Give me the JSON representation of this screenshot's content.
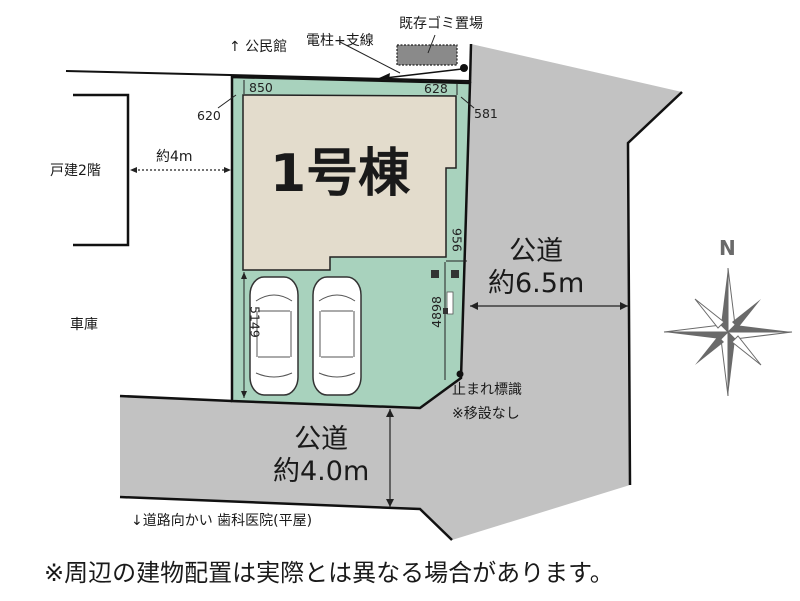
{
  "diagram": {
    "type": "site-plan",
    "colors": {
      "lot_green": "#a8d2bd",
      "house_beige": "#e3dccc",
      "road_gray": "#c2c2c2",
      "line": "#111111",
      "compass": "#6a6a6a"
    }
  },
  "labels": {
    "community_hall": "↑ 公民館",
    "utility_pole": "電柱+支線",
    "garbage_area": "既存ゴミ置場",
    "neighbor_house": "戸建2階",
    "distance_neighbor": "約4m",
    "garage": "車庫",
    "house_name": "1号棟",
    "stop_sign": "止まれ標識",
    "stop_sign_note": "※移設なし",
    "opposite_clinic": "↓道路向かい 歯科医院(平屋)",
    "disclaimer": "※周辺の建物配置は実際とは異なる場合があります。"
  },
  "roads": {
    "east": {
      "name": "公道",
      "width": "約6.5m"
    },
    "south": {
      "name": "公道",
      "width": "約4.0m"
    }
  },
  "dimensions": {
    "top_left_setback": "850",
    "left_setback": "620",
    "top_right_setback": "628",
    "right_setback": "581",
    "east_side_gap": "956",
    "parking_depth_right": "4898",
    "parking_depth_left": "5149"
  },
  "compass": {
    "label": "N"
  }
}
